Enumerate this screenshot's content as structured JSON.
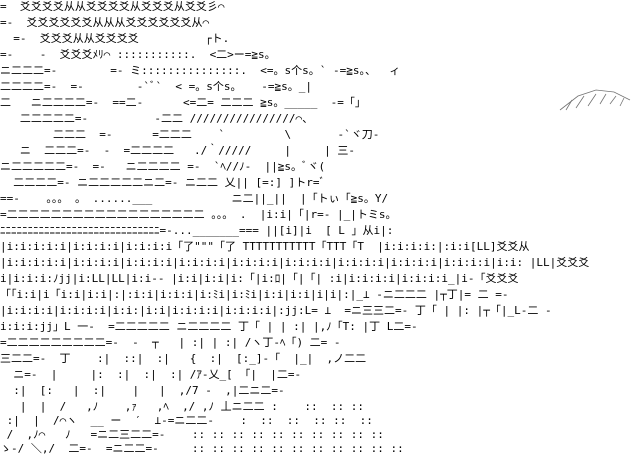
{
  "artwork": {
    "description_colors": {
      "ink": "#000000",
      "paper": "#ffffff"
    },
    "lines": [
      "=  爻爻爻爻从从爻爻爻爻从爻爻爻从爻爻彡⌒",
      "=-  爻爻爻爻爻爻从从从爻爻爻爻爻爻从⌒",
      "  =-  爻爻爻从从爻爻爻爻          ┌ト.",
      "=-    -  爻爻爻ﾒﾘ⌒ :::::::::::.  <二>ー=≧s。",
      "ニ二二二=-        =- ミ:::::::::::::::.  <=。s个s。` -=≧s。、  ィ",
      "二二二二=-  =-        -`ﾞ`  < =。s个s。   -=≧s。_|",
      "二   ニ二二二二=-  ==二-      <=二= 二二二 ≧s。_____  -=「」",
      "   二二二二二=-          -二二 ////////////////⌒、",
      "        二二二  =-      =二二二    `         \\       ‐`ヾ刀‐",
      "   ニ  二二二=-  -  =二二二二   ./｀/////     |     | 三-",
      "ニ二二二二二=-  =-   ニ二二二二 =-  `ﾍ//ﾉ-  ||≧s。ﾞヾ(",
      "  二二二二=- ニ二二二二二ニ二=- ニ二二 乂|| [=:] ]トr=ﾞ",
      "==-    。。。 。 ......___            ニ二||_||  |「トぃ「≧s。Y/",
      "=二二二二二二二二二二二二二二二二二二 。。。 .  |i:i|「|r=- |_|トミs。",
      "ﾆﾆﾆﾆﾆﾆﾆﾆﾆﾆﾆﾆﾆﾆﾆﾆﾆﾆﾆﾆﾆﾆﾆﾆﾆﾆﾆﾆﾆ=-..._______=== ||[i]|i  [ L 」从i|:",
      "|i:i:i:i:i|i:i:i:i|i:i:i:i「了\"\"\"「了 TTTTTTTTTTT「TTT「T  |i:i:i:i:|:i:i[LL]爻爻从",
      "|i:i:i:i:i|i:i:i:i|i:i:i:i|i:i:i:i|i:i:i:i|i:i:i:i|i:i:i:i|i:i:i:i|i:i:i:i|i:i: |LL|爻爻爻",
      "i|i:i:i:ﾉjj|i:LL|LL|i:i-- |i:i|i:i|i:「|i:ﾛ|「|「| :i|i:i:i:i|i:i:i:i_|i-「爻爻爻",
      "「「i:i|i「i:i|i:i|:|:i:i|i:i:i|i:ﾐi|i:ﾐi|i:i|i:i|i|i|:|_⊥ -ニ二二二 |┬丁|= 二 =-",
      "|i:i:i:i|i:i:i:i|i:i:|i:i|i:i:i:i|i:i:i:i|:jj:L= ⊥  =ニ三三二=- 丁「 | |: |┬「|_L-二 -",
      "i:i:i:jj」L 一-  =二二二二二 ニ二二二二 丁「 | | :| |,ﾉ「T: |丁 L二=-",
      "=二二二二二二二二二=-  -  ┬   | :| | :| /ヽ丁-ﾍ「) 二= -",
      "三二二=-  丁    :|  ::|  :|   {  :|  [:_]-「  |_|  ,ノ二二",
      "  ニ=-  |     |:  :|  :|  :| /ｱ-乂_[ 「|  |二=-",
      "  :|  [:   |  :|    |   |  ,/7 -  ,|二ニ二=-",
      "   |  |  /   ,ﾉ    ,ｧ   ,ﾍ  ,/ ,ﾉ 丄ニ二二 :    ::  :: ::",
      " :|  |  /⌒ヽ  __ ー  ′  ⊥-=ニ二二-    :  ::  ::  :: ::  ::",
      " /  ,ﾉ⌒   ﾉ   =ニ二三二二=-    :: :: :: :: :: :: :: :: :: ::",
      "ゝ-/ ＼,/  二=-  =ニ二二=-     :: :: :: :: :: :: :: :: :: :: ::"
    ]
  }
}
